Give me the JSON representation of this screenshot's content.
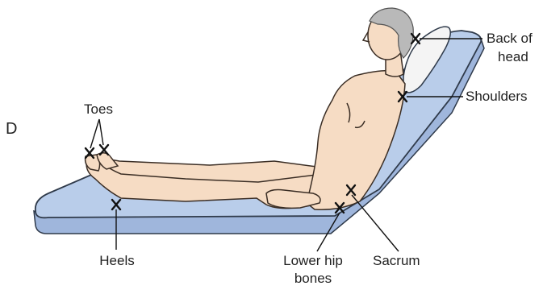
{
  "figure": {
    "panel_letter": "D",
    "labels": {
      "toes": "Toes",
      "heels": "Heels",
      "back_of_head_line1": "Back of",
      "back_of_head_line2": "head",
      "shoulders": "Shoulders",
      "lower_hip_line1": "Lower hip",
      "lower_hip_line2": "bones",
      "sacrum": "Sacrum"
    },
    "colors": {
      "mattress_fill": "#b9cdea",
      "mattress_stroke": "#2f3a4a",
      "skin": "#f6dcc4",
      "skin_stroke": "#3a2d24",
      "hair": "#b9b9b9",
      "pillow": "#f4f4f4",
      "marker": "#111111"
    }
  }
}
